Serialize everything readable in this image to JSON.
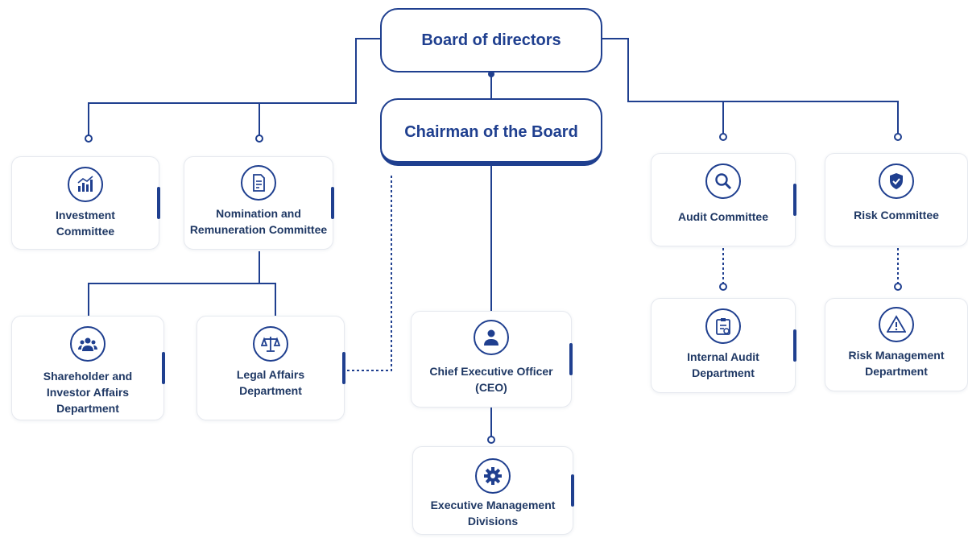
{
  "board": {
    "title": "Board of directors"
  },
  "chairman": {
    "title": "Chairman of the Board"
  },
  "committees": {
    "investment": "Investment\nCommittee",
    "nomination": "Nomination and\nRemuneration Committee",
    "audit": "Audit Committee",
    "risk": "Risk Committee"
  },
  "departments": {
    "shareholder": "Shareholder and\nInvestor Affairs\nDepartment",
    "legal": "Legal Affairs\nDepartment",
    "ceo": "Chief Executive Officer\n(CEO)",
    "executive": "Executive Management\nDivisions",
    "internal_audit": "Internal Audit\nDepartment",
    "risk_management": "Risk Management\nDepartment"
  },
  "icons": {
    "investment": "bar-chart-icon",
    "nomination": "document-icon",
    "shareholder": "people-group-icon",
    "legal": "scales-icon",
    "ceo": "person-icon",
    "executive": "gear-icon",
    "audit": "magnifier-icon",
    "risk": "shield-icon",
    "internal_audit": "clipboard-icon",
    "risk_management": "warning-icon"
  },
  "colors": {
    "primary": "#1f3f8f",
    "text": "#1f3864",
    "box_border": "#e6e9ef"
  }
}
